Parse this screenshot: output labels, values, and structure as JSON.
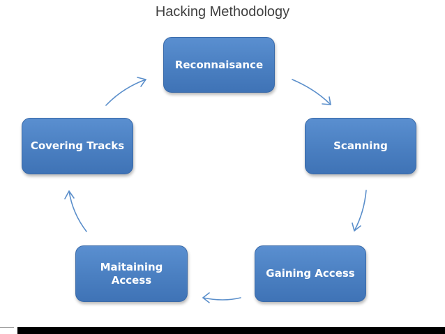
{
  "diagram": {
    "title": "Hacking Methodology",
    "nodes": [
      {
        "id": "reconnaissance",
        "label": "Reconnaisance"
      },
      {
        "id": "scanning",
        "label": "Scanning"
      },
      {
        "id": "gaining-access",
        "label": "Gaining Access"
      },
      {
        "id": "maintaining-access",
        "label": "Maitaining\nAccess"
      },
      {
        "id": "covering-tracks",
        "label": "Covering Tracks"
      }
    ],
    "edges": [
      {
        "from": "reconnaissance",
        "to": "scanning"
      },
      {
        "from": "scanning",
        "to": "gaining-access"
      },
      {
        "from": "gaining-access",
        "to": "maintaining-access"
      },
      {
        "from": "maintaining-access",
        "to": "covering-tracks"
      },
      {
        "from": "covering-tracks",
        "to": "reconnaissance"
      }
    ],
    "colors": {
      "node_fill": "#4a7fc1",
      "node_text": "#ffffff",
      "arrow": "#5b8fcb",
      "title_text": "#404040"
    }
  }
}
